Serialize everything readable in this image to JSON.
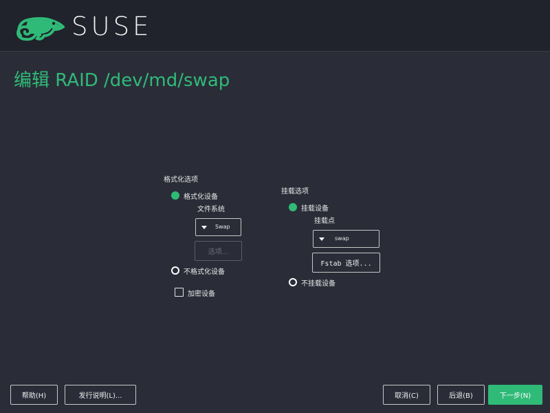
{
  "header": {
    "logo_text": "SUSE",
    "logo_icon": "chameleon-icon"
  },
  "page": {
    "title": "编辑 RAID /dev/md/swap"
  },
  "format_options": {
    "label": "格式化选项",
    "format_device_label": "格式化设备",
    "filesystem_label": "文件系统",
    "filesystem_value": "Swap",
    "options_button": "选项...",
    "no_format_label": "不格式化设备",
    "encrypt_label": "加密设备"
  },
  "mount_options": {
    "label": "挂载选项",
    "mount_device_label": "挂载设备",
    "mount_point_label": "挂载点",
    "mount_point_value": "swap",
    "fstab_button": "Fstab 选项...",
    "no_mount_label": "不挂载设备"
  },
  "footer": {
    "help": "帮助(H)",
    "release_notes": "发行说明(L)...",
    "cancel": "取消(C)",
    "back": "后退(B)",
    "next": "下一步(N)"
  },
  "colors": {
    "accent": "#30ba78",
    "background": "#2a2d38",
    "header": "#20232b"
  }
}
